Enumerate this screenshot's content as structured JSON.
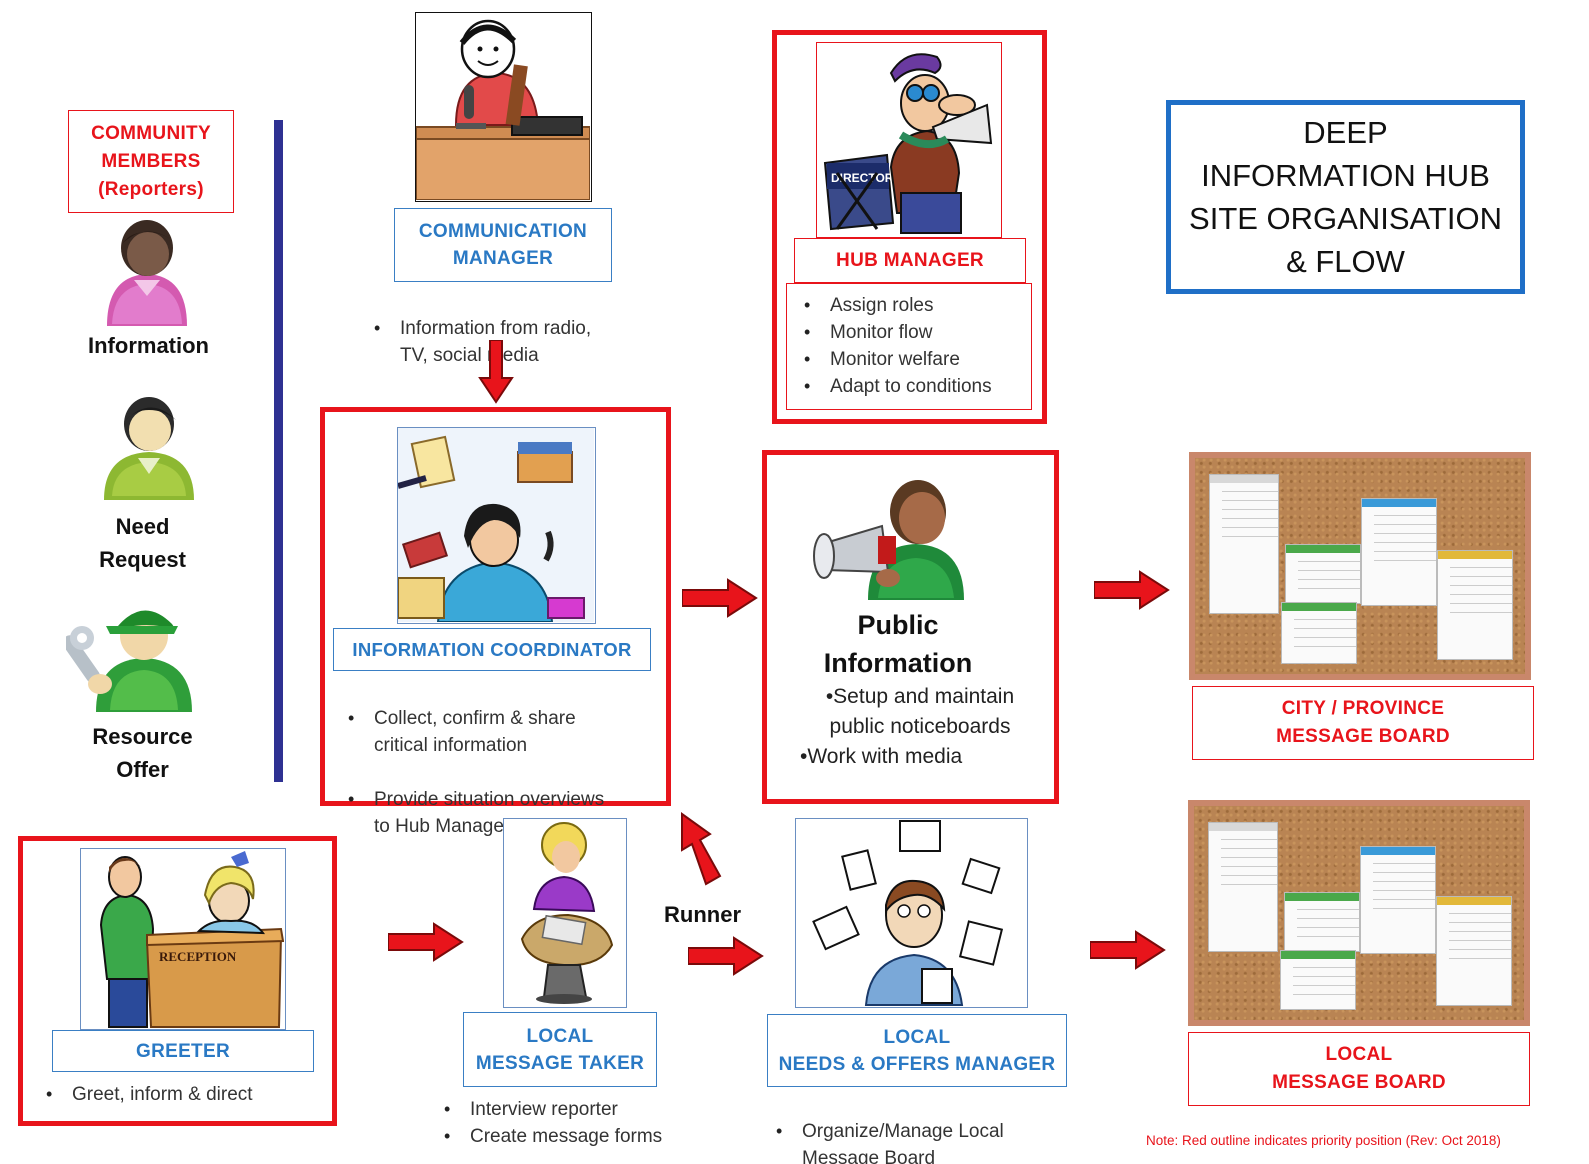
{
  "title": {
    "lines": [
      "DEEP",
      "INFORMATION HUB",
      "SITE ORGANISATION",
      "& FLOW"
    ]
  },
  "community": {
    "title_lines": [
      "COMMUNITY",
      "MEMBERS",
      "(Reporters)"
    ],
    "people": [
      {
        "label_lines": [
          "Information"
        ]
      },
      {
        "label_lines": [
          "Need",
          "Request"
        ]
      },
      {
        "label_lines": [
          "Resource",
          "Offer"
        ]
      }
    ]
  },
  "communication_manager": {
    "label_lines": [
      "COMMUNICATION",
      "MANAGER"
    ],
    "bullets": [
      "Information from radio,\nTV, social media"
    ]
  },
  "hub_manager": {
    "label": "HUB MANAGER",
    "bullets": [
      "Assign roles",
      "Monitor flow",
      "Monitor welfare",
      "Adapt to conditions"
    ],
    "chair_text": "DIRECTOR"
  },
  "info_coordinator": {
    "label": "INFORMATION COORDINATOR",
    "bullets": [
      "Collect, confirm & share\ncritical information",
      "Provide situation overviews\nto Hub Manager"
    ]
  },
  "public_information": {
    "title_lines": [
      "Public",
      "Information"
    ],
    "bullets": [
      "•Setup and maintain",
      "public noticeboards",
      "•Work with media"
    ]
  },
  "city_board": {
    "label_lines": [
      "CITY / PROVINCE",
      "MESSAGE BOARD"
    ]
  },
  "local_board": {
    "label_lines": [
      "LOCAL",
      "MESSAGE BOARD"
    ]
  },
  "greeter": {
    "label": "GREETER",
    "bullets": [
      "Greet, inform & direct"
    ],
    "desk_text": "RECEPTION"
  },
  "message_taker": {
    "label_lines": [
      "LOCAL",
      "MESSAGE TAKER"
    ],
    "bullets": [
      "Interview reporter",
      "Create message forms"
    ]
  },
  "runner": {
    "label": "Runner"
  },
  "needs_offers": {
    "label_lines": [
      "LOCAL",
      "NEEDS & OFFERS MANAGER"
    ],
    "bullets": [
      "Organize/Manage Local\nMessage Board"
    ]
  },
  "note": "Note: Red outline indicates priority position (Rev: Oct 2018)",
  "colors": {
    "priority_red": "#e8141b",
    "role_blue": "#2a79c4",
    "title_blue": "#1f6fc7",
    "divider_navy": "#2e3192"
  }
}
